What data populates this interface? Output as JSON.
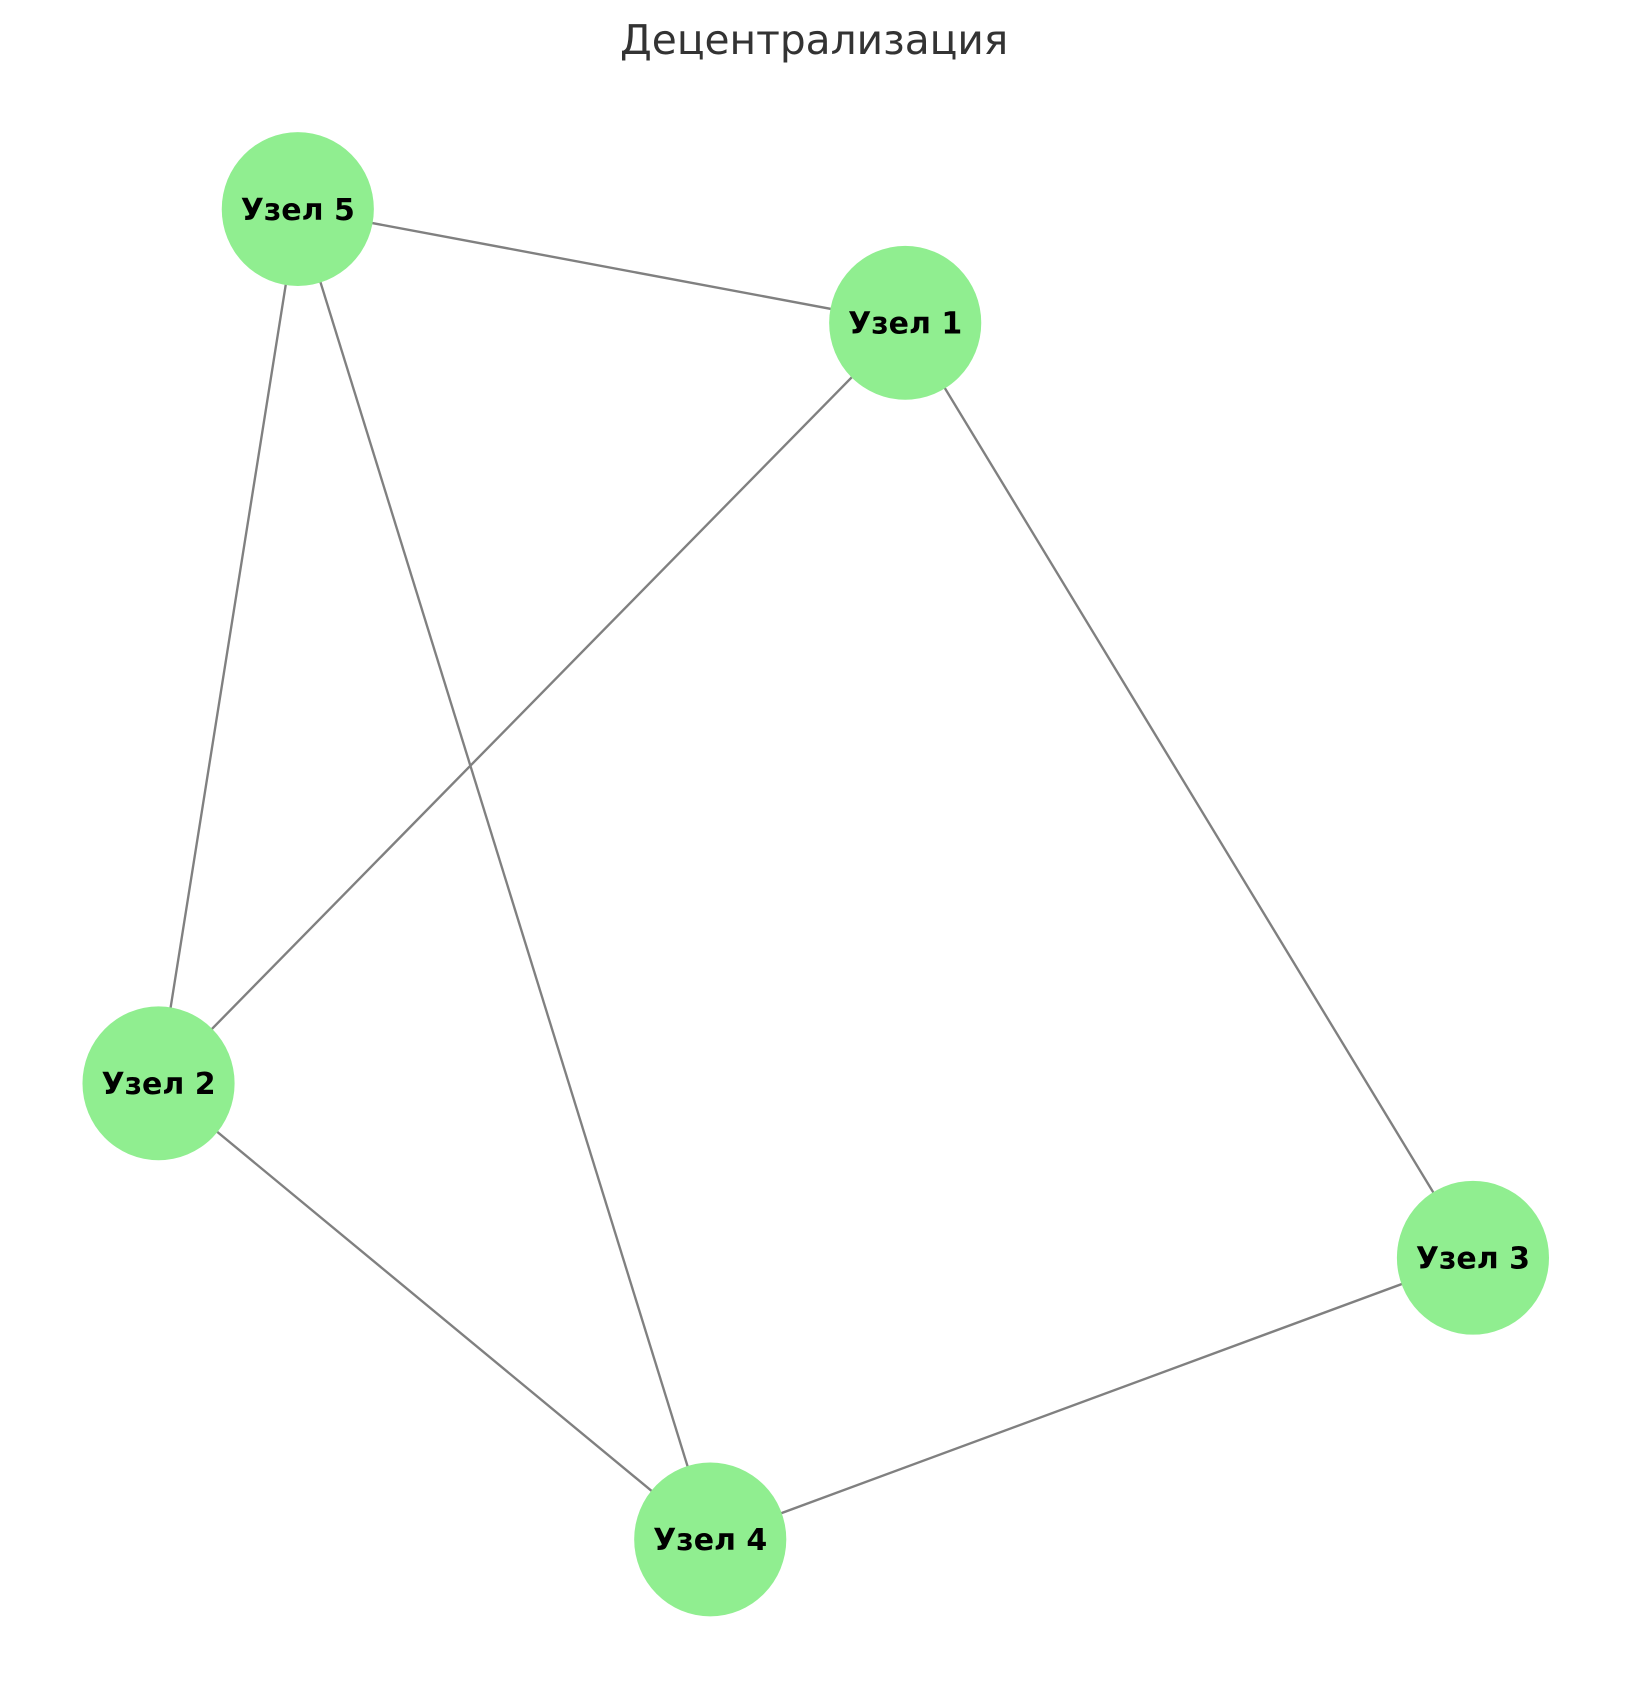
{
  "title": "Децентрализация",
  "colors": {
    "node": "#90ee90",
    "edge": "#808080",
    "label": "#000000",
    "title": "#333333"
  },
  "chart_data": {
    "type": "network",
    "title": "Децентрализация",
    "nodes": [
      {
        "id": "1",
        "label": "Узел 1"
      },
      {
        "id": "2",
        "label": "Узел 2"
      },
      {
        "id": "3",
        "label": "Узел 3"
      },
      {
        "id": "4",
        "label": "Узел 4"
      },
      {
        "id": "5",
        "label": "Узел 5"
      }
    ],
    "edges": [
      [
        "5",
        "1"
      ],
      [
        "5",
        "2"
      ],
      [
        "5",
        "4"
      ],
      [
        "1",
        "2"
      ],
      [
        "1",
        "3"
      ],
      [
        "2",
        "4"
      ],
      [
        "4",
        "3"
      ]
    ]
  }
}
